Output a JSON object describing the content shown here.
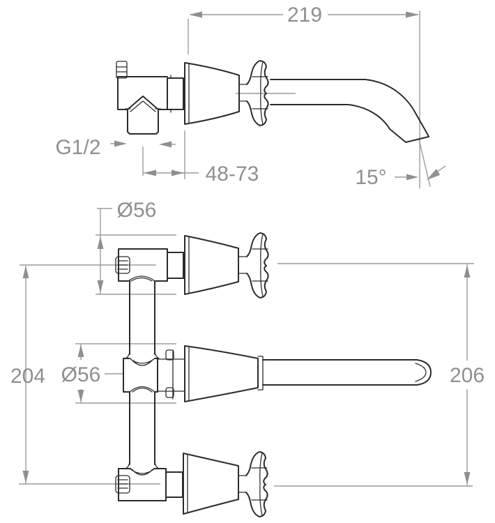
{
  "drawing": {
    "subject": "Wall-mounted two-handle basin mixer installation drawing",
    "views": [
      "side view with spout projection",
      "front view with two handles and central spout"
    ],
    "outline_color": "#2b2b2b",
    "dimension_color": "#8f8f8f",
    "background": "#ffffff"
  },
  "side_view": {
    "dims": {
      "spout_reach": "219",
      "inlet_thread": "G1/2",
      "mounting_depth_range": "48-73",
      "spout_angle": "15°"
    }
  },
  "front_view": {
    "dims": {
      "top_rosette_diameter": "Ø56",
      "middle_rosette_diameter": "Ø56",
      "left_height": "204",
      "right_height": "206"
    }
  }
}
